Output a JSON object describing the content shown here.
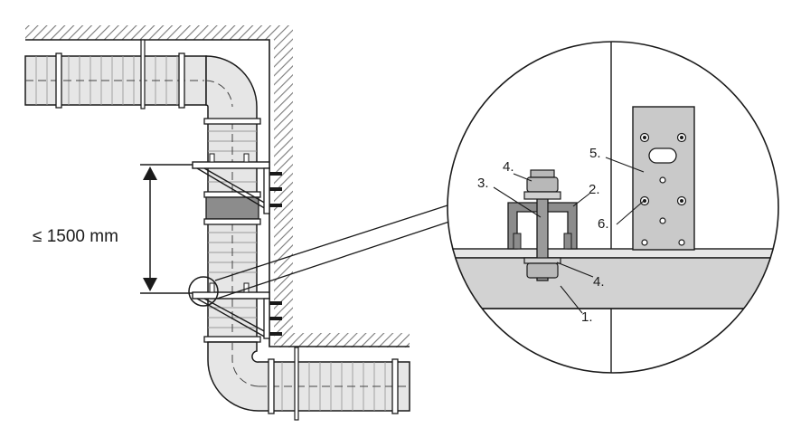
{
  "dimension": {
    "text": "≤ 1500 mm"
  },
  "callouts": [
    {
      "id": "1",
      "text": "1."
    },
    {
      "id": "2",
      "text": "2."
    },
    {
      "id": "3",
      "text": "3."
    },
    {
      "id": "4a",
      "text": "4."
    },
    {
      "id": "4b",
      "text": "4."
    },
    {
      "id": "5",
      "text": "5."
    },
    {
      "id": "6",
      "text": "6."
    }
  ],
  "colors": {
    "line": "#1a1a1a",
    "duct_fill": "#e6e6e6",
    "rail_fill": "#d2d2d2",
    "clamp_fill": "#8c8c8c",
    "bracket_fill": "#c9c9c9"
  }
}
